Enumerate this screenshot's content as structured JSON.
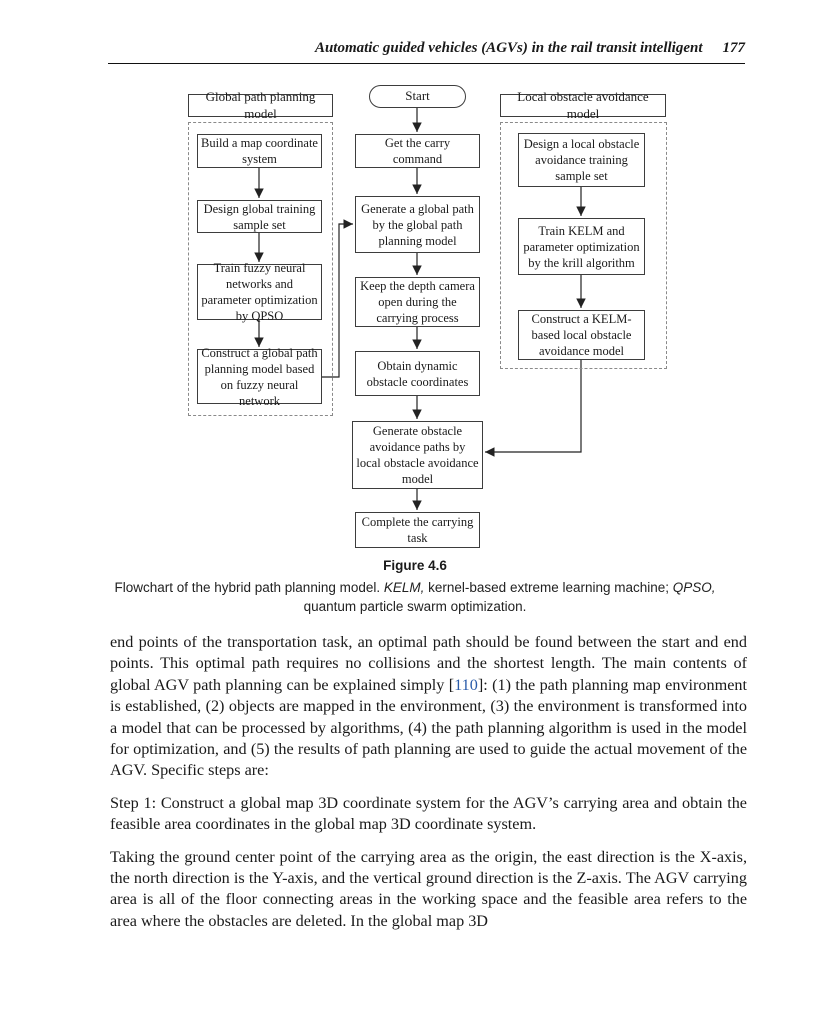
{
  "header": {
    "running_title": "Automatic guided vehicles (AGVs) in the rail transit intelligent",
    "page_number": "177"
  },
  "flowchart": {
    "start_label": "Start",
    "left_column": {
      "title": "Global path planning model",
      "boxes": [
        "Build a map coordinate system",
        "Design global training sample set",
        "Train fuzzy neural networks and parameter optimization by QPSO",
        "Construct a global path planning model based on fuzzy neural network"
      ]
    },
    "middle_column": {
      "boxes": [
        "Get the carry command",
        "Generate a global path by the global path planning model",
        "Keep the depth camera open during the carrying process",
        "Obtain dynamic obstacle coordinates",
        "Generate obstacle avoidance paths by local obstacle avoidance model",
        "Complete the carrying task"
      ]
    },
    "right_column": {
      "title": "Local obstacle avoidance model",
      "boxes": [
        "Design a local obstacle avoidance training sample set",
        "Train KELM and parameter optimization by the krill algorithm",
        "Construct a KELM-based local obstacle avoidance model"
      ]
    }
  },
  "figure": {
    "label": "Figure 4.6",
    "caption_parts": {
      "p1": "Flowchart of the hybrid path planning model. ",
      "kelm": "KELM,",
      "p2": " kernel-based extreme learning machine; ",
      "qpso": "QPSO,",
      "p3": " quantum particle swarm optimization."
    }
  },
  "body": {
    "para1": {
      "before": "end points of the transportation task, an optimal path should be found between the start and end points. This optimal path requires no collisions and the shortest length. The main contents of global AGV path planning can be explained simply [",
      "ref": "110",
      "after": "]: (1) the path planning map environment is established, (2) objects are mapped in the environment, (3) the environment is transformed into a model that can be processed by algorithms, (4) the path planning algorithm is used in the model for optimization, and (5) the results of path planning are used to guide the actual movement of the AGV. Specific steps are:"
    },
    "para2": "Step 1: Construct a global map 3D coordinate system for the AGV’s carrying area and obtain the feasible area coordinates in the global map 3D coordinate system.",
    "para3": "Taking the ground center point of the carrying area as the origin, the east direction is the X-axis, the north direction is the Y-axis, and the vertical ground direction is the Z-axis. The AGV carrying area is all of the floor connecting areas in the working space and the feasible area refers to the area where the obstacles are deleted. In the global map 3D"
  }
}
